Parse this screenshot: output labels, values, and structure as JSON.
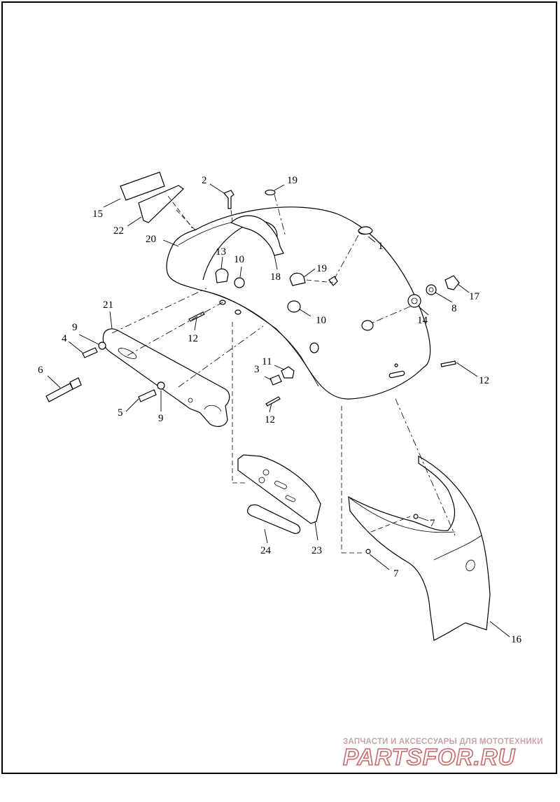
{
  "diagram": {
    "part_callouts": [
      {
        "id": "c1",
        "text": "1"
      },
      {
        "id": "c2",
        "text": "2"
      },
      {
        "id": "c3",
        "text": "3"
      },
      {
        "id": "c4",
        "text": "4"
      },
      {
        "id": "c5",
        "text": "5"
      },
      {
        "id": "c6",
        "text": "6"
      },
      {
        "id": "c7a",
        "text": "7"
      },
      {
        "id": "c7b",
        "text": "7"
      },
      {
        "id": "c8",
        "text": "8"
      },
      {
        "id": "c9a",
        "text": "9"
      },
      {
        "id": "c9b",
        "text": "9"
      },
      {
        "id": "c10a",
        "text": "10"
      },
      {
        "id": "c10b",
        "text": "10"
      },
      {
        "id": "c11",
        "text": "11"
      },
      {
        "id": "c12a",
        "text": "12"
      },
      {
        "id": "c12b",
        "text": "12"
      },
      {
        "id": "c12c",
        "text": "12"
      },
      {
        "id": "c13",
        "text": "13"
      },
      {
        "id": "c14",
        "text": "14"
      },
      {
        "id": "c15",
        "text": "15"
      },
      {
        "id": "c16",
        "text": "16"
      },
      {
        "id": "c17",
        "text": "17"
      },
      {
        "id": "c18",
        "text": "18"
      },
      {
        "id": "c19a",
        "text": "19"
      },
      {
        "id": "c19b",
        "text": "19"
      },
      {
        "id": "c20",
        "text": "20"
      },
      {
        "id": "c21",
        "text": "21"
      },
      {
        "id": "c22",
        "text": "22"
      },
      {
        "id": "c23",
        "text": "23"
      },
      {
        "id": "c24",
        "text": "24"
      }
    ]
  },
  "watermark": {
    "tagline": "ЗАПЧАСТИ И АКСЕССУАРЫ ДЛЯ МОТОТЕХНИКИ",
    "logo": "PARTSFOR.RU"
  },
  "colors": {
    "line": "#000000",
    "background": "#ffffff",
    "watermark": "#c46a6a"
  }
}
